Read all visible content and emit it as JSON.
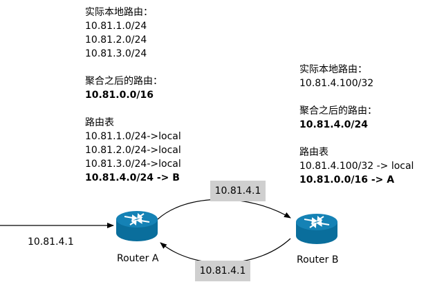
{
  "router_a": {
    "name": "Router A",
    "local_routes_title": "实际本地路由：",
    "local_routes": [
      "10.81.1.0/24",
      "10.81.2.0/24",
      "10.81.3.0/24"
    ],
    "aggregate_title": "聚合之后的路由：",
    "aggregate_route": "10.81.0.0/16",
    "table_title": "路由表",
    "table_entries": [
      "10.81.1.0/24->local",
      "10.81.2.0/24->local",
      "10.81.3.0/24->local"
    ],
    "table_highlight": "10.81.4.0/24 -> B"
  },
  "router_b": {
    "name": "Router B",
    "local_routes_title": "实际本地路由：",
    "local_routes": [
      "10.81.4.100/32"
    ],
    "aggregate_title": "聚合之后的路由：",
    "aggregate_route": "10.81.4.0/24",
    "table_title": "路由表",
    "table_entries": [
      "10.81.4.100/32 -> local"
    ],
    "table_highlight": "10.81.0.0/16 -> A"
  },
  "packets": {
    "incoming": "10.81.4.1",
    "a_to_b": "10.81.4.1",
    "b_to_a": "10.81.4.1"
  },
  "colors": {
    "router_fill": "#0a6e9c",
    "router_top": "#1582b5",
    "packet_chip": "#cfcfcf"
  }
}
